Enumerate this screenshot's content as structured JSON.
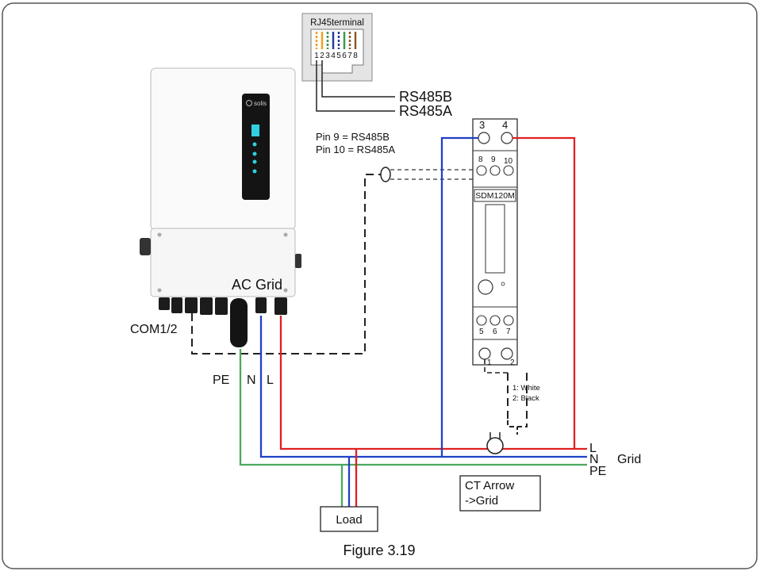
{
  "figure": {
    "caption": "Figure 3.19"
  },
  "rj45": {
    "title": "RJ45terminal",
    "pins": [
      "1",
      "2",
      "3",
      "4",
      "5",
      "6",
      "7",
      "8"
    ]
  },
  "rs485": {
    "b_label": "RS485B",
    "a_label": "RS485A"
  },
  "pin_mapping": {
    "line1": "Pin 9 = RS485B",
    "line2": "Pin 10 = RS485A"
  },
  "inverter": {
    "brand": "solis",
    "ac_grid_label": "AC Grid",
    "com_label": "COM1/2"
  },
  "inverter_wires": {
    "pe": "PE",
    "n": "N",
    "l": "L"
  },
  "meter": {
    "model": "SDM120M",
    "top_terminals": [
      "3",
      "4"
    ],
    "comm_terminals": [
      "8",
      "9",
      "10"
    ],
    "lower_terminals": [
      "5",
      "6",
      "7"
    ],
    "ct_terminals": [
      "1",
      "2"
    ]
  },
  "ct_note": {
    "line1": "1: White",
    "line2": "2: Black"
  },
  "grid": {
    "l": "L",
    "n": "N",
    "pe": "PE",
    "label": "Grid"
  },
  "ct_arrow": {
    "line1": "CT Arrow",
    "line2": "->Grid"
  },
  "load": {
    "label": "Load"
  },
  "colors": {
    "line_red": "#e02020",
    "neutral_blue": "#2040c8",
    "earth_green": "#4aa860",
    "frame": "#444444"
  }
}
